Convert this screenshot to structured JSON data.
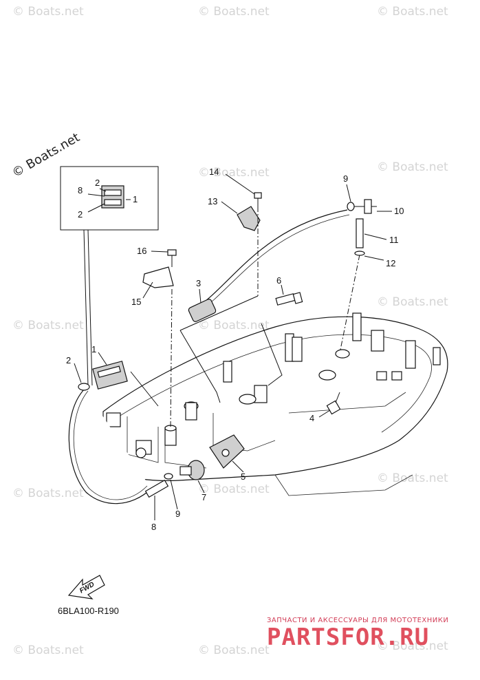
{
  "watermarks": {
    "repeat_text": "© Boats.net",
    "main_text": "© Boats.net"
  },
  "diagram_code": "6BLA100-R190",
  "fwd_label": "FWD",
  "inset_callouts": {
    "c1": "1",
    "c2a": "2",
    "c2b": "2",
    "c8": "8"
  },
  "callouts": {
    "c1": "1",
    "c2": "2",
    "c3": "3",
    "c4": "4",
    "c5": "5",
    "c6": "6",
    "c7": "7",
    "c8": "8",
    "c9a": "9",
    "c9b": "9",
    "c10": "10",
    "c11": "11",
    "c12": "12",
    "c13": "13",
    "c14": "14",
    "c15": "15",
    "c16": "16"
  },
  "shop": {
    "tagline": "ЗАПЧАСТИ И АКСЕССУАРЫ ДЛЯ МОТОТЕХНИКИ",
    "logo": "PARTSFOR.RU"
  }
}
